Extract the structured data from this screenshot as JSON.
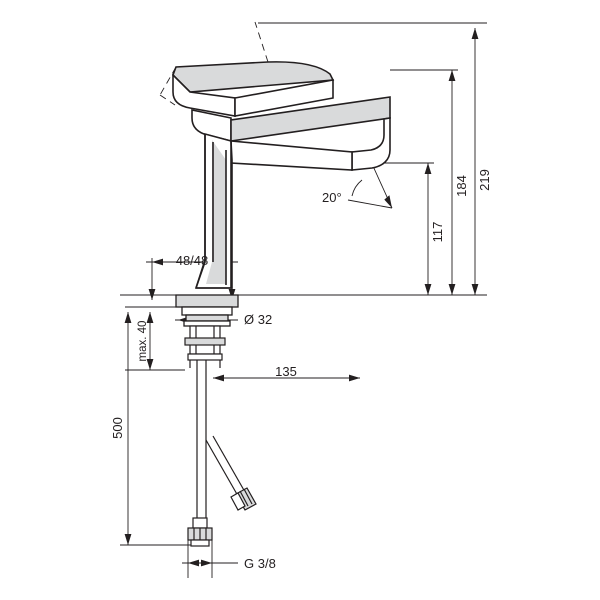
{
  "diagram": {
    "title": "Technical dimension drawing of a single-lever basin mixer faucet",
    "line_color": "#231f20",
    "fill_color": "#ffffff",
    "shade_color": "#d9dadb",
    "labels": {
      "spout_reach": "117",
      "height_to_spout": "184",
      "total_height": "219",
      "angle": "20°",
      "handle_clearance": "48/48",
      "base_diameter": "Ø 32",
      "max_counter_thickness": "max. 40",
      "hose_length": "135",
      "total_hose_drop": "500",
      "connection_thread": "G 3/8"
    }
  }
}
